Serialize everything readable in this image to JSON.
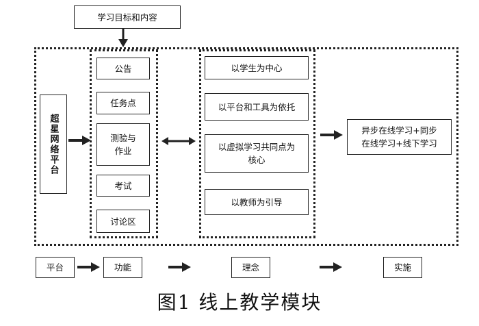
{
  "top_input": "学习目标和内容",
  "platform_name": "超星网络平台",
  "functions": [
    "公告",
    "任务点",
    "测验与\n作业",
    "考试",
    "讨论区"
  ],
  "concepts": [
    "以学生为中心",
    "以平台和工具为依托",
    "以虚拟学习共同点为\n核心",
    "以教师为引导"
  ],
  "implementation": "异步在线学习+同步\n在线学习+线下学习",
  "legend": [
    "平台",
    "功能",
    "理念",
    "实施"
  ],
  "caption": "图1 线上教学模块"
}
